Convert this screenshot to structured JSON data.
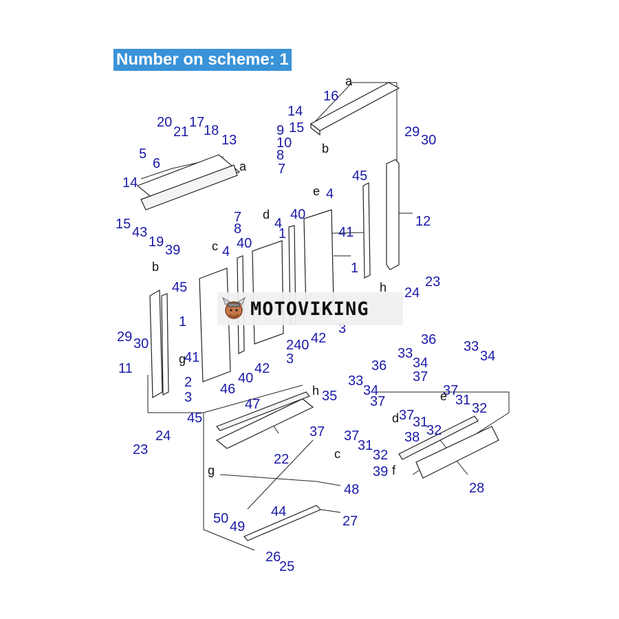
{
  "title": "Number on scheme: 1",
  "brand": "MOTOVIKING",
  "callouts": [
    {
      "id": "c1",
      "text": "16"
    },
    {
      "id": "c2",
      "text": "a"
    },
    {
      "id": "c3",
      "text": "14"
    },
    {
      "id": "c4",
      "text": "15"
    },
    {
      "id": "c5",
      "text": "9"
    },
    {
      "id": "c6",
      "text": "10"
    },
    {
      "id": "c7",
      "text": "8"
    },
    {
      "id": "c8",
      "text": "7"
    },
    {
      "id": "c9",
      "text": "b"
    },
    {
      "id": "c10",
      "text": "20"
    },
    {
      "id": "c11",
      "text": "17"
    },
    {
      "id": "c12",
      "text": "21"
    },
    {
      "id": "c13",
      "text": "18"
    },
    {
      "id": "c14",
      "text": "13"
    },
    {
      "id": "c15",
      "text": "a"
    },
    {
      "id": "c16",
      "text": "5"
    },
    {
      "id": "c17",
      "text": "6"
    },
    {
      "id": "c18",
      "text": "14"
    },
    {
      "id": "c19",
      "text": "15"
    },
    {
      "id": "c20",
      "text": "43"
    },
    {
      "id": "c21",
      "text": "19"
    },
    {
      "id": "c22",
      "text": "39"
    },
    {
      "id": "c23",
      "text": "29"
    },
    {
      "id": "c24",
      "text": "30"
    },
    {
      "id": "c25",
      "text": "45"
    },
    {
      "id": "c26",
      "text": "e"
    },
    {
      "id": "c27",
      "text": "4"
    },
    {
      "id": "c28",
      "text": "12"
    },
    {
      "id": "c29",
      "text": "41"
    },
    {
      "id": "c30",
      "text": "1"
    },
    {
      "id": "c31",
      "text": "40"
    },
    {
      "id": "c32",
      "text": "4"
    },
    {
      "id": "c33",
      "text": "d"
    },
    {
      "id": "c34",
      "text": "1"
    },
    {
      "id": "c35",
      "text": "7"
    },
    {
      "id": "c36",
      "text": "8"
    },
    {
      "id": "c37",
      "text": "c"
    },
    {
      "id": "c38",
      "text": "4"
    },
    {
      "id": "c39",
      "text": "40"
    },
    {
      "id": "c40",
      "text": "h"
    },
    {
      "id": "c41",
      "text": "24"
    },
    {
      "id": "c42",
      "text": "23"
    },
    {
      "id": "c43",
      "text": "b"
    },
    {
      "id": "c44",
      "text": "45"
    },
    {
      "id": "c45",
      "text": "1"
    },
    {
      "id": "c46",
      "text": "29"
    },
    {
      "id": "c47",
      "text": "30"
    },
    {
      "id": "c48",
      "text": "g"
    },
    {
      "id": "c49",
      "text": "41"
    },
    {
      "id": "c50",
      "text": "11"
    },
    {
      "id": "c51",
      "text": "2"
    },
    {
      "id": "c52",
      "text": "3"
    },
    {
      "id": "c53",
      "text": "240"
    },
    {
      "id": "c54",
      "text": "42"
    },
    {
      "id": "c55",
      "text": "3"
    },
    {
      "id": "c56",
      "text": "3"
    },
    {
      "id": "c57",
      "text": "42"
    },
    {
      "id": "c58",
      "text": "40"
    },
    {
      "id": "c59",
      "text": "46"
    },
    {
      "id": "c60",
      "text": "45"
    },
    {
      "id": "c61",
      "text": "23"
    },
    {
      "id": "c62",
      "text": "24"
    },
    {
      "id": "c63",
      "text": "47"
    },
    {
      "id": "c64",
      "text": "h"
    },
    {
      "id": "c65",
      "text": "22"
    },
    {
      "id": "c66",
      "text": "36"
    },
    {
      "id": "c67",
      "text": "33"
    },
    {
      "id": "c68",
      "text": "34"
    },
    {
      "id": "c69",
      "text": "36"
    },
    {
      "id": "c70",
      "text": "33"
    },
    {
      "id": "c71",
      "text": "34"
    },
    {
      "id": "c72",
      "text": "37"
    },
    {
      "id": "c73",
      "text": "37"
    },
    {
      "id": "c74",
      "text": "e"
    },
    {
      "id": "c75",
      "text": "31"
    },
    {
      "id": "c76",
      "text": "32"
    },
    {
      "id": "c77",
      "text": "33"
    },
    {
      "id": "c78",
      "text": "35"
    },
    {
      "id": "c79",
      "text": "34"
    },
    {
      "id": "c80",
      "text": "37"
    },
    {
      "id": "c81",
      "text": "d"
    },
    {
      "id": "c82",
      "text": "37"
    },
    {
      "id": "c83",
      "text": "31"
    },
    {
      "id": "c84",
      "text": "32"
    },
    {
      "id": "c85",
      "text": "37"
    },
    {
      "id": "c86",
      "text": "31"
    },
    {
      "id": "c87",
      "text": "38"
    },
    {
      "id": "c88",
      "text": "c"
    },
    {
      "id": "c89",
      "text": "32"
    },
    {
      "id": "c90",
      "text": "39"
    },
    {
      "id": "c91",
      "text": "f"
    },
    {
      "id": "c92",
      "text": "28"
    },
    {
      "id": "c93",
      "text": "g"
    },
    {
      "id": "c94",
      "text": "48"
    },
    {
      "id": "c95",
      "text": "37"
    },
    {
      "id": "c96",
      "text": "50"
    },
    {
      "id": "c97",
      "text": "49"
    },
    {
      "id": "c98",
      "text": "44"
    },
    {
      "id": "c99",
      "text": "27"
    },
    {
      "id": "c100",
      "text": "26"
    },
    {
      "id": "c101",
      "text": "25"
    }
  ]
}
